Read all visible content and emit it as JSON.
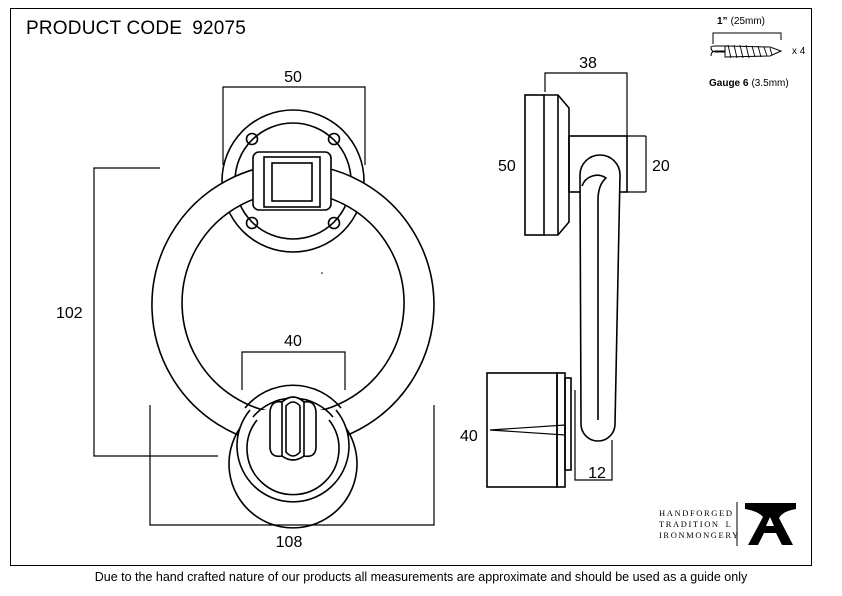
{
  "header": {
    "product_label": "PRODUCT CODE",
    "product_code": "92075"
  },
  "screw_spec": {
    "length_bold": "1”",
    "length_rest": "(25mm)",
    "quantity": "x 4",
    "gauge_bold": "Gauge 6",
    "gauge_rest": "(3.5mm)"
  },
  "front_view": {
    "backplate_width": "50",
    "ring_height": "102",
    "striker_width": "40",
    "overall_width": "108"
  },
  "side_view": {
    "depth": "38",
    "backplate_height": "50",
    "boss_height": "20",
    "striker_height": "40",
    "ring_thickness": "12"
  },
  "brand": {
    "line1": "HANDFORGED",
    "line2": "TRADITION",
    "line2_mark": "L",
    "line3": "IRONMONGERY",
    "logo": "anvil-a-logo"
  },
  "footer": {
    "disclaimer": "Due to the hand crafted nature of our products all measurements are approximate and should be used as a guide only"
  }
}
